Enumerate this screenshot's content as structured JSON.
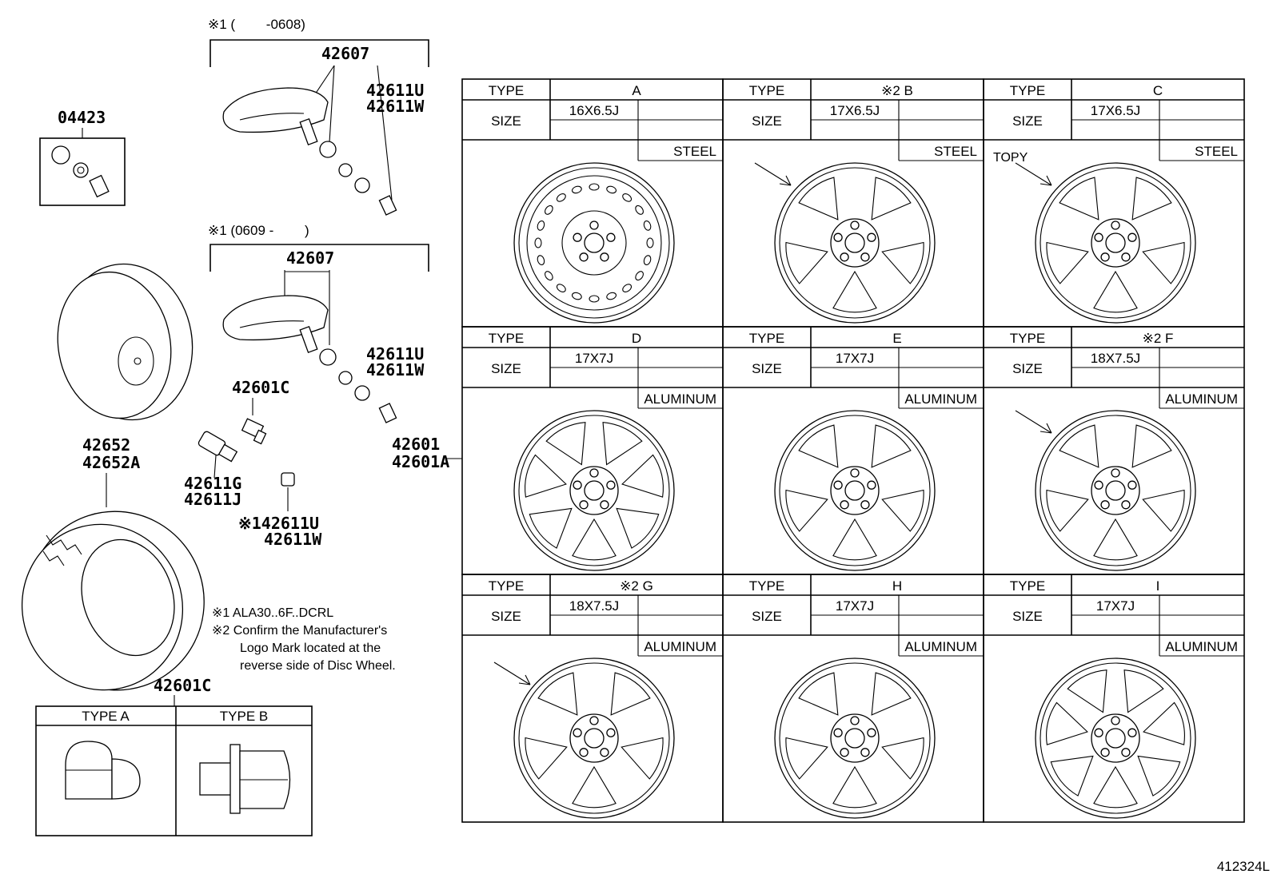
{
  "figure_id": "412324L",
  "left": {
    "note1_top": "※1 (　　 -0608)",
    "note1_mid": "※1 (0609 -　　 )",
    "p_42607_a": "42607",
    "p_42607_b": "42607",
    "p_42611U_a": "42611U",
    "p_42611W_a": "42611W",
    "p_42611U_b": "42611U",
    "p_42611W_b": "42611W",
    "p_04423": "04423",
    "p_42601C_a": "42601C",
    "p_42652": "42652",
    "p_42652A": "42652A",
    "p_42611G": "42611G",
    "p_42611J": "42611J",
    "p_42611U_c": "※142611U",
    "p_42611W_c": "42611W",
    "p_42601": "42601",
    "p_42601A": "42601A",
    "p_42601C_b": "42601C",
    "note_line1": "※1 ALA30..6F..DCRL",
    "note_line2": "※2 Confirm the Manufacturer's",
    "note_line3": "Logo Mark located at the",
    "note_line4": "reverse side of Disc Wheel.",
    "nut_type_a": "TYPE A",
    "nut_type_b": "TYPE B"
  },
  "labels": {
    "type": "TYPE",
    "size": "SIZE"
  },
  "wheels": [
    {
      "type": "A",
      "size": "16X6.5J",
      "material": "STEEL",
      "logo": ""
    },
    {
      "type": "※2  B",
      "size": "17X6.5J",
      "material": "STEEL",
      "logo": ""
    },
    {
      "type": "C",
      "size": "17X6.5J",
      "material": "STEEL",
      "logo": "TOPY"
    },
    {
      "type": "D",
      "size": "17X7J",
      "material": "ALUMINUM",
      "logo": ""
    },
    {
      "type": "E",
      "size": "17X7J",
      "material": "ALUMINUM",
      "logo": ""
    },
    {
      "type": "※2  F",
      "size": "18X7.5J",
      "material": "ALUMINUM",
      "logo": ""
    },
    {
      "type": "※2  G",
      "size": "18X7.5J",
      "material": "ALUMINUM",
      "logo": ""
    },
    {
      "type": "H",
      "size": "17X7J",
      "material": "ALUMINUM",
      "logo": ""
    },
    {
      "type": "I",
      "size": "17X7J",
      "material": "ALUMINUM",
      "logo": ""
    }
  ]
}
